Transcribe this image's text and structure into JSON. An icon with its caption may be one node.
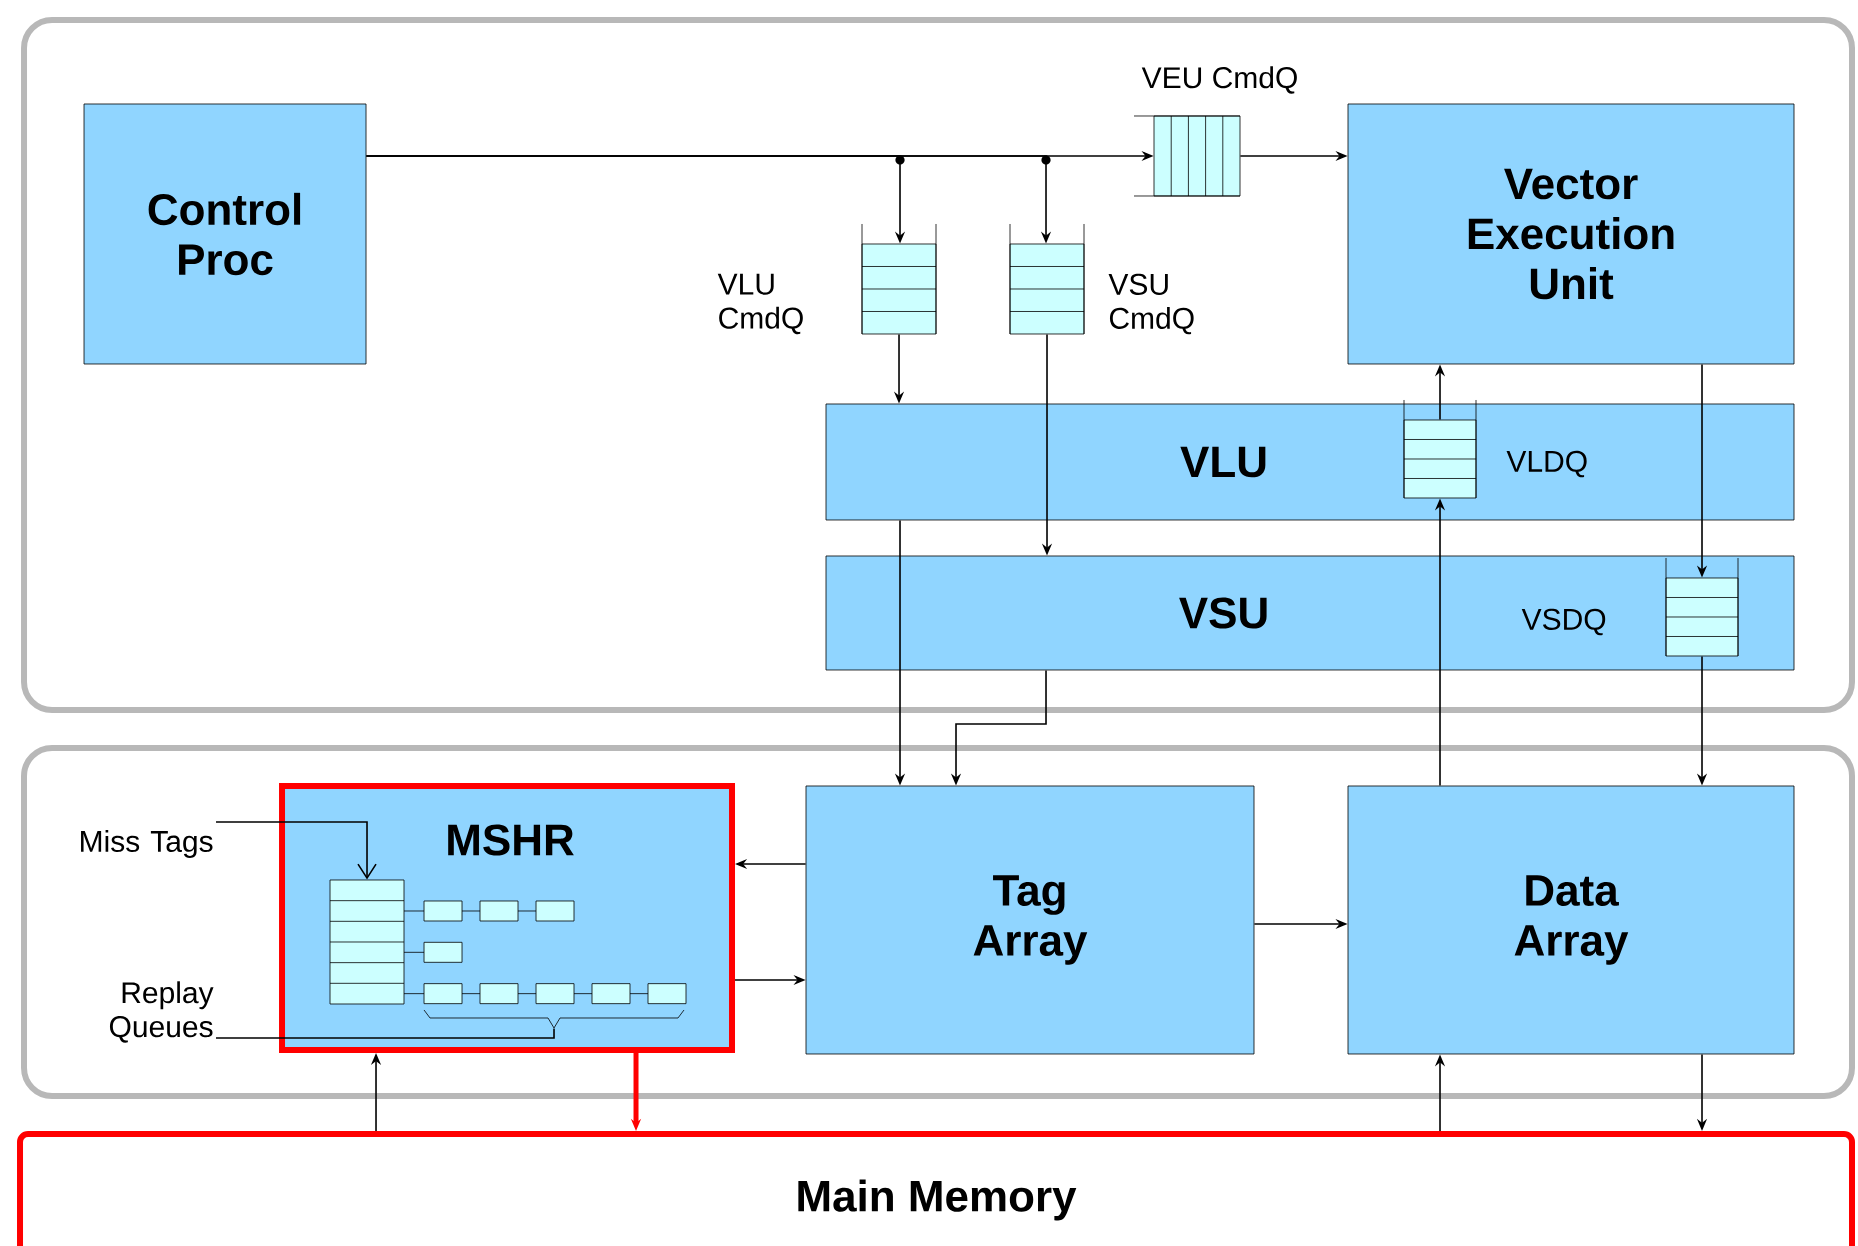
{
  "diagram": {
    "nodes": [
      {
        "text": [],
        "shape": "box"
      },
      {
        "text": [
          "Control Proc"
        ],
        "in": 0
      },
      {
        "text": [
          "VEU CmdQ"
        ],
        "in": 0
      },
      {
        "text": [
          "VLU CmdQ"
        ],
        "in": 0
      },
      {
        "text": [
          "VSU CmdQ"
        ],
        "in": 0
      },
      {
        "text": [
          "Vector Execution Unit"
        ],
        "in": 0
      },
      {
        "text": [
          "VLU"
        ],
        "in": 0
      },
      {
        "text": [
          "VLDQ"
        ],
        "in": 6
      },
      {
        "text": [
          "VSU"
        ],
        "in": 0
      },
      {
        "text": [
          "VSDQ"
        ],
        "in": 8
      },
      {
        "text": [],
        "shape": "box"
      },
      {
        "text": [
          "Miss Tags"
        ],
        "in": 10
      },
      {
        "text": [
          "Replay Queues"
        ],
        "in": 10
      },
      {
        "text": [
          "MSHR"
        ],
        "in": 10
      },
      {
        "text": [],
        "shape": "box",
        "in": 13
      },
      {
        "text": [
          "Tag Array"
        ],
        "in": 10
      },
      {
        "text": [
          "Data Array"
        ],
        "in": 10
      },
      {
        "text": [
          "Main Memory"
        ]
      },
      {
        "text": [],
        "shape": "brace",
        "in": 13
      }
    ],
    "edges": [
      {
        "from": 1,
        "to": 2,
        "arrow": "to"
      },
      {
        "from": 1,
        "to": 3,
        "arrow": "to"
      },
      {
        "from": 1,
        "to": 4,
        "arrow": "to"
      },
      {
        "from": 2,
        "to": 5,
        "arrow": "to"
      },
      {
        "from": 3,
        "to": 6,
        "arrow": "to"
      },
      {
        "from": 4,
        "to": 8,
        "arrow": "to"
      },
      {
        "from": 6,
        "to": 15,
        "arrow": "to"
      },
      {
        "from": 8,
        "to": 15,
        "arrow": "to"
      },
      {
        "from": 16,
        "to": 7,
        "arrow": "to"
      },
      {
        "from": 7,
        "to": 5,
        "arrow": "to"
      },
      {
        "from": 5,
        "to": 9,
        "arrow": "to"
      },
      {
        "from": 9,
        "to": 16,
        "arrow": "to"
      },
      {
        "from": 15,
        "to": 13,
        "arrow": "to"
      },
      {
        "from": 13,
        "to": 15,
        "arrow": "to"
      },
      {
        "from": 15,
        "to": 16,
        "arrow": "to"
      },
      {
        "from": 17,
        "to": 13,
        "arrow": "to"
      },
      {
        "from": 13,
        "to": 17,
        "arrow": "to",
        "style": "thick",
        "color": "#ff0000"
      },
      {
        "from": 17,
        "to": 16,
        "arrow": "to"
      },
      {
        "from": 16,
        "to": 17,
        "arrow": "to"
      },
      {
        "from": 11,
        "to": 14,
        "arrow": "to"
      },
      {
        "from": 12,
        "to": 18,
        "arrow": "none"
      }
    ]
  }
}
